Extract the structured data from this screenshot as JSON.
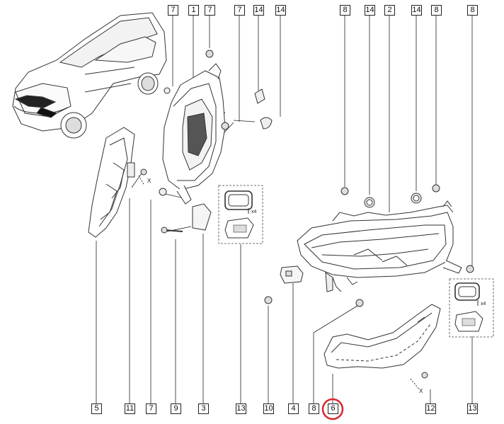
{
  "diagram": {
    "top_callouts": [
      "7",
      "1",
      "7",
      "7",
      "14",
      "14",
      "8",
      "14",
      "2",
      "14",
      "8",
      "8"
    ],
    "bottom_callouts": [
      "5",
      "11",
      "7",
      "9",
      "3",
      "13",
      "10",
      "4",
      "8",
      "6",
      "12",
      "13"
    ],
    "highlighted_callout": "6",
    "highlight_color": "#d9262c",
    "line_color": "#222222",
    "labels": {
      "x4_left": "x4",
      "x4_right": "x4",
      "x_left": "X",
      "x_right": "X"
    }
  }
}
